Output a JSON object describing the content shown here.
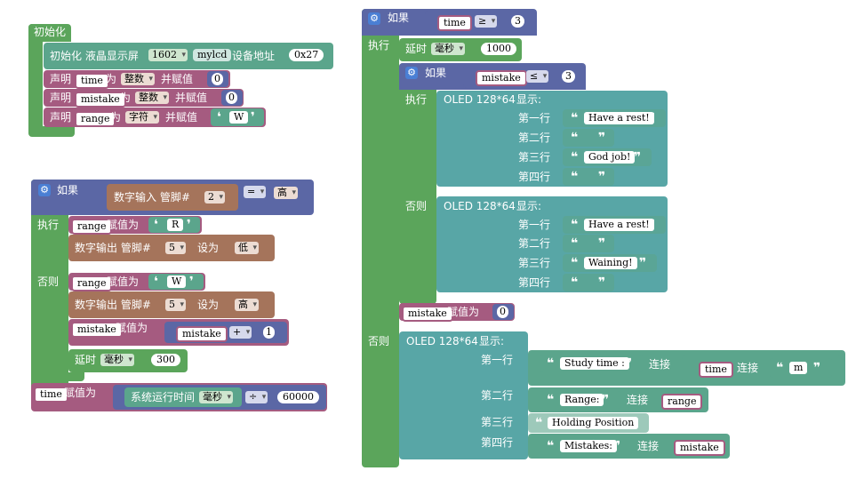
{
  "init_block": {
    "title": "初始化",
    "lcd": {
      "label": "初始化 液晶显示屏",
      "model": "1602",
      "var": "mylcd",
      "addr_label": "设备地址",
      "addr": "0x27"
    },
    "decls": [
      {
        "prefix": "声明",
        "var": "time",
        "as": "为",
        "type": "整数",
        "assign": "并赋值",
        "value": "0"
      },
      {
        "prefix": "声明",
        "var": "mistake",
        "as": "为",
        "type": "整数",
        "assign": "并赋值",
        "value": "0"
      },
      {
        "prefix": "声明",
        "var": "range",
        "as": "为",
        "type": "字符",
        "assign": "并赋值",
        "value": "W"
      }
    ]
  },
  "if_block_left": {
    "if_label": "如果",
    "cond": {
      "label": "数字输入 管脚#",
      "pin": "2",
      "op": "=",
      "value": "高"
    },
    "then_label": "执行",
    "then": [
      {
        "var": "range",
        "assign": "赋值为",
        "value": "R"
      },
      {
        "label": "数字输出 管脚#",
        "pin": "5",
        "set": "设为",
        "value": "低"
      }
    ],
    "else_label": "否则",
    "else": [
      {
        "var": "range",
        "assign": "赋值为",
        "value": "W"
      },
      {
        "label": "数字输出 管脚#",
        "pin": "5",
        "set": "设为",
        "value": "高"
      },
      {
        "var": "mistake",
        "assign": "赋值为",
        "expr_var": "mistake",
        "op": "+",
        "value": "1"
      },
      {
        "label": "延时",
        "unit": "毫秒",
        "value": "300"
      }
    ]
  },
  "time_assign": {
    "var": "time",
    "assign": "赋值为",
    "label": "系统运行时间",
    "unit": "毫秒",
    "op": "÷",
    "value": "60000"
  },
  "if_block_right": {
    "if_label": "如果",
    "cond": {
      "var": "time",
      "op": "≥",
      "value": "3"
    },
    "then_label": "执行",
    "delay": {
      "label": "延时",
      "unit": "毫秒",
      "value": "1000"
    },
    "inner_if": {
      "if_label": "如果",
      "cond": {
        "var": "mistake",
        "op": "≤",
        "value": "3"
      },
      "then_label": "执行",
      "oled_then": {
        "title": "OLED 128*64",
        "show": "显示:",
        "rows": [
          {
            "label": "第一行",
            "text": "Have a rest!"
          },
          {
            "label": "第二行",
            "text": ""
          },
          {
            "label": "第三行",
            "text": "God job!"
          },
          {
            "label": "第四行",
            "text": ""
          }
        ]
      },
      "else_label": "否则",
      "oled_else": {
        "title": "OLED 128*64",
        "show": "显示:",
        "rows": [
          {
            "label": "第一行",
            "text": "Have a rest!"
          },
          {
            "label": "第二行",
            "text": ""
          },
          {
            "label": "第三行",
            "text": "Waining!"
          },
          {
            "label": "第四行",
            "text": ""
          }
        ]
      }
    },
    "mistake_reset": {
      "var": "mistake",
      "assign": "赋值为",
      "value": "0"
    },
    "else_label": "否则",
    "oled_main": {
      "title": "OLED 128*64",
      "show": "显示:",
      "row1": {
        "label": "第一行",
        "text": "Study time :",
        "join": "连接",
        "var": "time",
        "join2": "连接",
        "text2": "m"
      },
      "row2": {
        "label": "第二行",
        "text": "Range:",
        "join": "连接",
        "var": "range"
      },
      "row3": {
        "label": "第三行",
        "text": "Holding Position"
      },
      "row4": {
        "label": "第四行",
        "text": "Mistakes:",
        "join": "连接",
        "var": "mistake"
      }
    }
  }
}
